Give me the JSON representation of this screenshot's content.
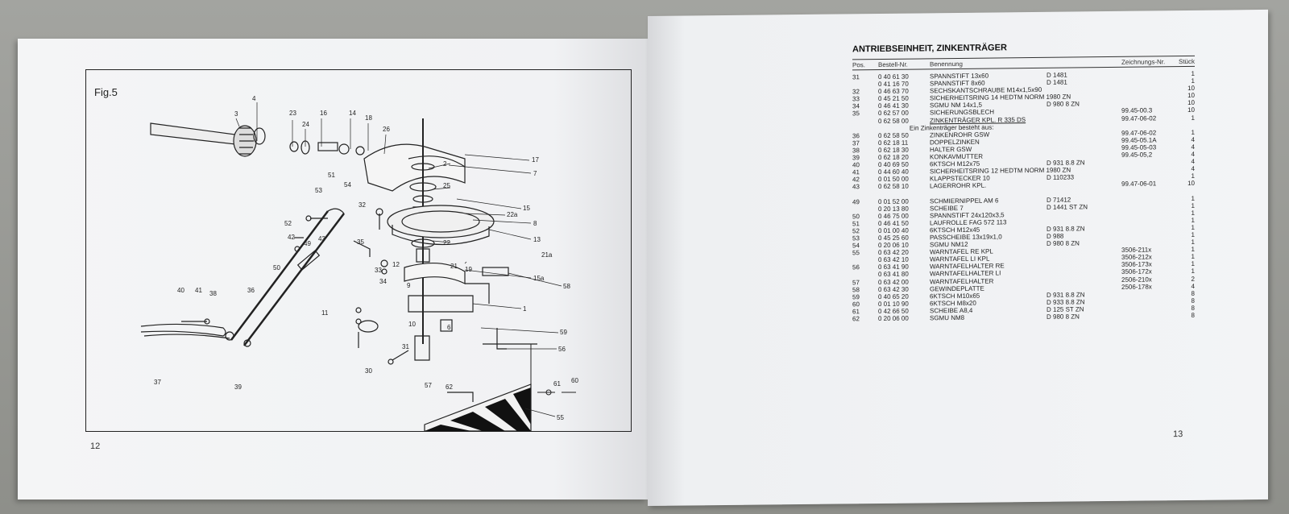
{
  "left_page": {
    "figure_label": "Fig.5",
    "page_number": "12",
    "callouts": [
      "4",
      "3",
      "23",
      "24",
      "16",
      "14",
      "18",
      "26",
      "17",
      "7",
      "2",
      "25",
      "15",
      "22a",
      "8",
      "13",
      "22",
      "21a",
      "15a",
      "58",
      "1",
      "19",
      "21",
      "12",
      "9",
      "10",
      "6",
      "59",
      "56",
      "30",
      "31",
      "55",
      "57",
      "62",
      "61",
      "60",
      "51",
      "54",
      "53",
      "32",
      "52",
      "42",
      "49",
      "43",
      "35",
      "33",
      "34",
      "50",
      "36",
      "40",
      "41",
      "38",
      "11",
      "37",
      "39"
    ]
  },
  "right_page": {
    "title": "ANTRIEBSEINHEIT, ZINKENTRÄGER",
    "page_number": "13",
    "headers": {
      "pos": "Pos.",
      "order_no": "Bestell-Nr.",
      "name": "Benennung",
      "drawing_no": "Zeichnungs-Nr.",
      "qty": "Stück"
    },
    "rows": [
      {
        "pos": "31",
        "nr": "0 40 61 30",
        "name": "SPANNSTIFT 13x60",
        "norm": "D 1481",
        "draw": "",
        "qty": "1"
      },
      {
        "pos": "",
        "nr": "0 41 16 70",
        "name": "SPANNSTIFT 8x60",
        "norm": "D 1481",
        "draw": "",
        "qty": "1"
      },
      {
        "pos": "32",
        "nr": "0 46 63 70",
        "name": "SECHSKANTSCHRAUBE M14x1,5x90",
        "norm": "",
        "draw": "",
        "qty": "10"
      },
      {
        "pos": "33",
        "nr": "0 45 21 50",
        "name": "SICHERHEITSRING 14  HEDTM NORM 1980  ZN",
        "norm": "",
        "draw": "",
        "qty": "10"
      },
      {
        "pos": "34",
        "nr": "0 46 41 30",
        "name": "SGMU NM 14x1,5",
        "norm": "D 980  8    ZN",
        "draw": "",
        "qty": "10"
      },
      {
        "pos": "35",
        "nr": "0 62 57 00",
        "name": "SICHERUNGSBLECH",
        "norm": "",
        "draw": "99.45-00.3",
        "qty": "10"
      },
      {
        "pos": "",
        "nr": "0 62 58 00",
        "name": "ZINKENTRÄGER KPL. R 335 DS",
        "norm": "",
        "draw": "99.47-06-02",
        "qty": "1"
      },
      {
        "pos": "",
        "nr": "",
        "name": "Ein Zinkenträger besteht aus:",
        "norm": "",
        "draw": "",
        "qty": ""
      },
      {
        "pos": "36",
        "nr": "0 62 58 50",
        "name": "ZINKENROHR GSW",
        "norm": "",
        "draw": "99.47-06-02",
        "qty": "1"
      },
      {
        "pos": "37",
        "nr": "0 62 18 11",
        "name": "DOPPELZINKEN",
        "norm": "",
        "draw": "99.45-05.1A",
        "qty": "4"
      },
      {
        "pos": "38",
        "nr": "0 62 18 30",
        "name": "HALTER GSW",
        "norm": "",
        "draw": "99.45-05-03",
        "qty": "4"
      },
      {
        "pos": "39",
        "nr": "0 62 18 20",
        "name": "KONKAVMUTTER",
        "norm": "",
        "draw": "99.45-05,2",
        "qty": "4"
      },
      {
        "pos": "40",
        "nr": "0 40 69 50",
        "name": "6KTSCH M12x75",
        "norm": "D 931  8.8  ZN",
        "draw": "",
        "qty": "4"
      },
      {
        "pos": "41",
        "nr": "0 44 60 40",
        "name": "SICHERHEITSRING 12  HEDTM NORM 1980 ZN",
        "norm": "",
        "draw": "",
        "qty": "4"
      },
      {
        "pos": "42",
        "nr": "0 01 50 00",
        "name": "KLAPPSTECKER 10",
        "norm": "D 110233",
        "draw": "",
        "qty": "1"
      },
      {
        "pos": "43",
        "nr": "0 62 58 10",
        "name": "LAGERROHR KPL.",
        "norm": "",
        "draw": "99.47-06-01",
        "qty": "10"
      },
      {
        "gap": true
      },
      {
        "pos": "49",
        "nr": "0 01 52 00",
        "name": "SCHMIERNIPPEL AM 6",
        "norm": "D 71412",
        "draw": "",
        "qty": "1"
      },
      {
        "pos": "",
        "nr": "0 20 13 80",
        "name": "SCHEIBE 7",
        "norm": "D 1441 ST ZN",
        "draw": "",
        "qty": "1"
      },
      {
        "pos": "50",
        "nr": "0 46 75 00",
        "name": "SPANNSTIFT 24x120x3,5",
        "norm": "",
        "draw": "",
        "qty": "1"
      },
      {
        "pos": "51",
        "nr": "0 46 41 50",
        "name": "LAUFROLLE FAG 572 113",
        "norm": "",
        "draw": "",
        "qty": "1"
      },
      {
        "pos": "52",
        "nr": "0 01 00 40",
        "name": "6KTSCH M12x45",
        "norm": "D 931  8.8  ZN",
        "draw": "",
        "qty": "1"
      },
      {
        "pos": "53",
        "nr": "0 45 25 60",
        "name": "PASSCHEIBE 13x19x1,0",
        "norm": "D 988",
        "draw": "",
        "qty": "1"
      },
      {
        "pos": "54",
        "nr": "0 20 06 10",
        "name": "SGMU NM12",
        "norm": "D 980  8    ZN",
        "draw": "",
        "qty": "1"
      },
      {
        "pos": "55",
        "nr": "0 63 42 20",
        "name": "WARNTAFEL RE KPL",
        "norm": "",
        "draw": "3506-211x",
        "qty": "1"
      },
      {
        "pos": "",
        "nr": "0 63 42 10",
        "name": "WARNTAFEL LI KPL",
        "norm": "",
        "draw": "3506-212x",
        "qty": "1"
      },
      {
        "pos": "56",
        "nr": "0 63 41 90",
        "name": "WARNTAFELHALTER RE",
        "norm": "",
        "draw": "3506-173x",
        "qty": "1"
      },
      {
        "pos": "",
        "nr": "0 63 41 80",
        "name": "WARNTAFELHALTER LI",
        "norm": "",
        "draw": "3506-172x",
        "qty": "1"
      },
      {
        "pos": "57",
        "nr": "0 63 42 00",
        "name": "WARNTAFELHALTER",
        "norm": "",
        "draw": "2506-210x",
        "qty": "2"
      },
      {
        "pos": "58",
        "nr": "0 63 42 30",
        "name": "GEWINDEPLATTE",
        "norm": "",
        "draw": "2506-178x",
        "qty": "4"
      },
      {
        "pos": "59",
        "nr": "0 40 65 20",
        "name": "6KTSCH M10x65",
        "norm": "D 931  8.8  ZN",
        "draw": "",
        "qty": "8"
      },
      {
        "pos": "60",
        "nr": "0 01 10 90",
        "name": "6KTSCH M8x20",
        "norm": "D 933  8.8  ZN",
        "draw": "",
        "qty": "8"
      },
      {
        "pos": "61",
        "nr": "0 42 66 50",
        "name": "SCHEIBE A8,4",
        "norm": "D 125  ST  ZN",
        "draw": "",
        "qty": "8"
      },
      {
        "pos": "62",
        "nr": "0 20 06 00",
        "name": "SGMU NM8",
        "norm": "D 980  8    ZN",
        "draw": "",
        "qty": "8"
      }
    ]
  }
}
